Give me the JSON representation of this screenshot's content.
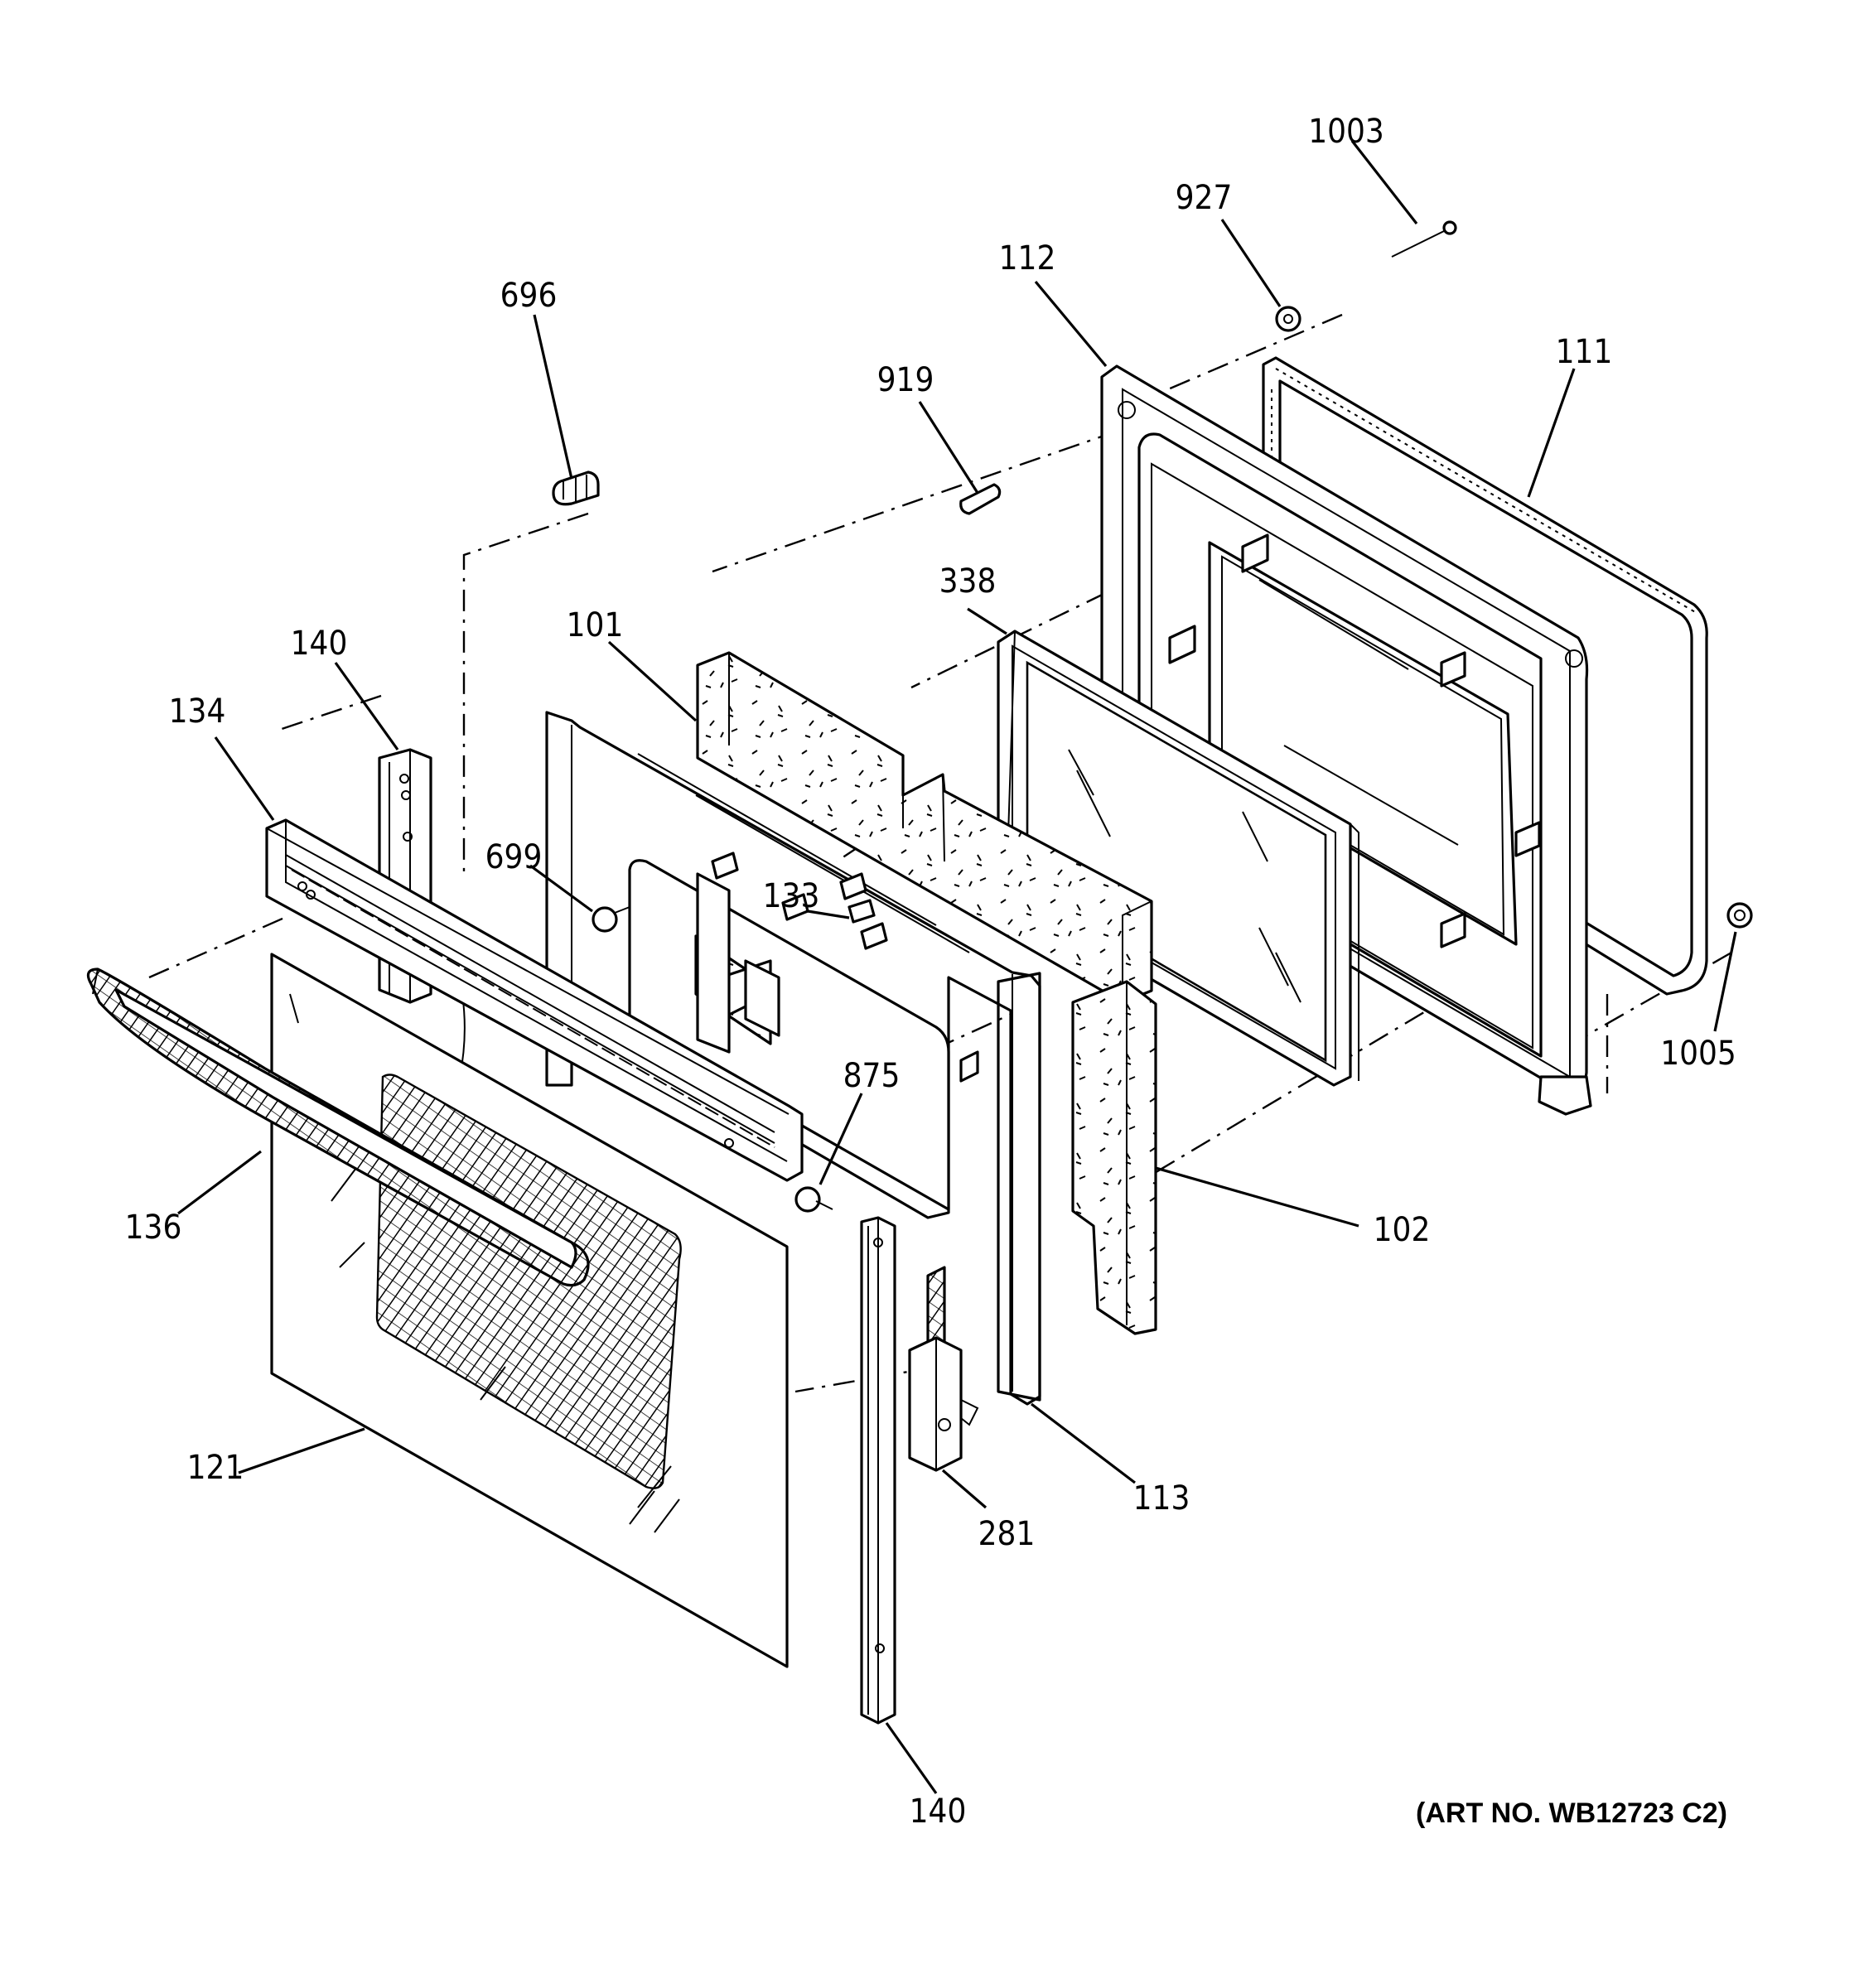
{
  "diagram": {
    "callouts": [
      {
        "id": "c-1003",
        "text": "1003"
      },
      {
        "id": "c-927",
        "text": "927"
      },
      {
        "id": "c-112",
        "text": "112"
      },
      {
        "id": "c-696",
        "text": "696"
      },
      {
        "id": "c-919",
        "text": "919"
      },
      {
        "id": "c-111",
        "text": "111"
      },
      {
        "id": "c-338",
        "text": "338"
      },
      {
        "id": "c-101",
        "text": "101"
      },
      {
        "id": "c-140a",
        "text": "140"
      },
      {
        "id": "c-134",
        "text": "134"
      },
      {
        "id": "c-699",
        "text": "699"
      },
      {
        "id": "c-133",
        "text": "133"
      },
      {
        "id": "c-1005",
        "text": "1005"
      },
      {
        "id": "c-875",
        "text": "875"
      },
      {
        "id": "c-136",
        "text": "136"
      },
      {
        "id": "c-102",
        "text": "102"
      },
      {
        "id": "c-121",
        "text": "121"
      },
      {
        "id": "c-113",
        "text": "113"
      },
      {
        "id": "c-281",
        "text": "281"
      },
      {
        "id": "c-140b",
        "text": "140"
      }
    ],
    "art_number": "(ART NO. WB12723 C2)"
  }
}
